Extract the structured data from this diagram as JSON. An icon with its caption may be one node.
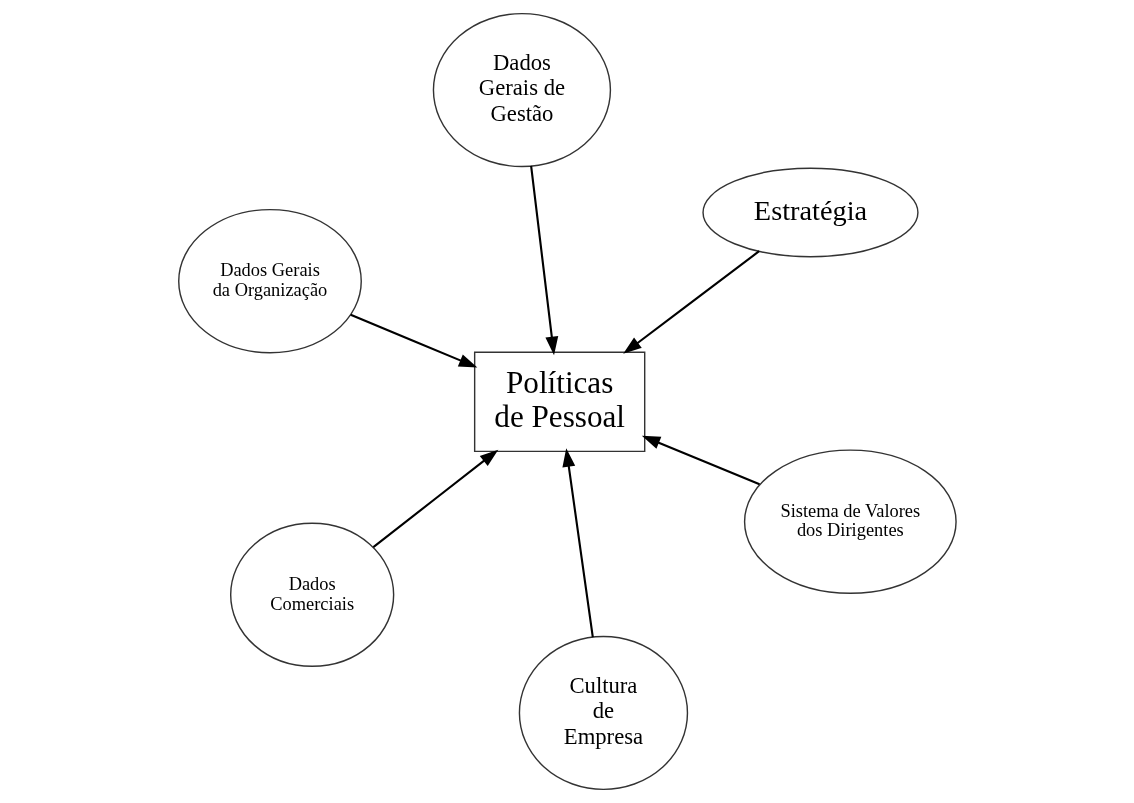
{
  "diagram": {
    "nodes": [
      {
        "text": [
          "Dados Gerais da Organização"
        ]
      },
      {
        "text": [
          "Sistema de Valores dos Dirigentes"
        ]
      },
      {
        "text": [
          "Cultura de Empresa"
        ]
      },
      {
        "text": [
          "Políticas de Pessoal"
        ]
      },
      {
        "text": [
          "Estratégia"
        ]
      },
      {
        "text": [
          "Dados Gerais de Gestão"
        ]
      },
      {
        "text": [
          "Dados Comerciais"
        ]
      }
    ],
    "edges": [
      {
        "from": 0,
        "to": 3,
        "arrow": "to"
      },
      {
        "from": 1,
        "to": 3,
        "arrow": "to"
      },
      {
        "from": 2,
        "to": 3,
        "arrow": "to"
      },
      {
        "from": 4,
        "to": 3,
        "arrow": "to"
      },
      {
        "from": 5,
        "to": 3,
        "arrow": "to"
      },
      {
        "from": 6,
        "to": 3,
        "arrow": "to"
      }
    ]
  }
}
